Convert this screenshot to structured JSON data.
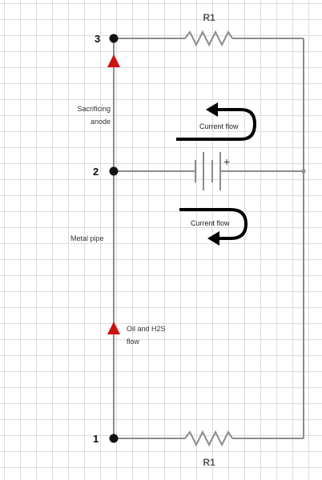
{
  "diagram": {
    "nodes": [
      {
        "id": "node-3",
        "label": "3"
      },
      {
        "id": "node-2",
        "label": "2"
      },
      {
        "id": "node-1",
        "label": "1"
      }
    ],
    "resistors": {
      "top": "R1",
      "bottom": "R1"
    },
    "labels": {
      "anode_line1": "Sacrificing",
      "anode_line2": "anode",
      "pipe": "Metal pipe",
      "flow_line1": "Oil and H2S",
      "flow_line2": "flow"
    },
    "current_flow": {
      "upper": "Current flow",
      "lower": "Current flow"
    },
    "battery": {
      "polarity": "+"
    },
    "colors": {
      "wire": "#8c8c8c",
      "node": "#111111",
      "arrow": "#cc1111",
      "flow_arrow": "#000000",
      "grid": "#dcdcdc"
    }
  }
}
